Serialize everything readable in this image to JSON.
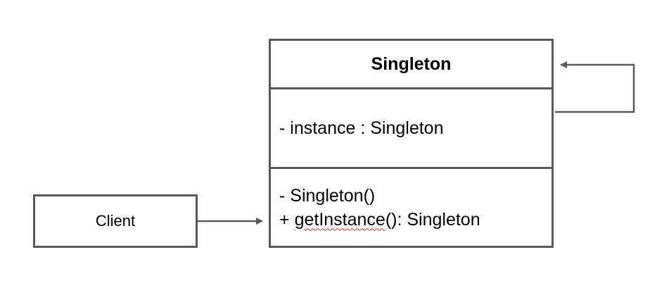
{
  "client": {
    "label": "Client"
  },
  "singleton_class": {
    "name": "Singleton",
    "attributes": [
      {
        "visibility": "-",
        "text": "instance : Singleton"
      }
    ],
    "operations": [
      {
        "visibility": "-",
        "name": "Singleton()",
        "suffix": ""
      },
      {
        "visibility": "+",
        "name": "getInstance",
        "suffix": "(): Singleton"
      }
    ]
  },
  "connectors": [
    {
      "from": "client",
      "to": "singleton_class",
      "kind": "association-arrow"
    },
    {
      "from": "singleton_class",
      "to": "singleton_class",
      "kind": "self-association-arrow"
    }
  ],
  "colors": {
    "line": "#595959",
    "background": "#ffffff",
    "spellcheck_underline": "#e03131"
  }
}
